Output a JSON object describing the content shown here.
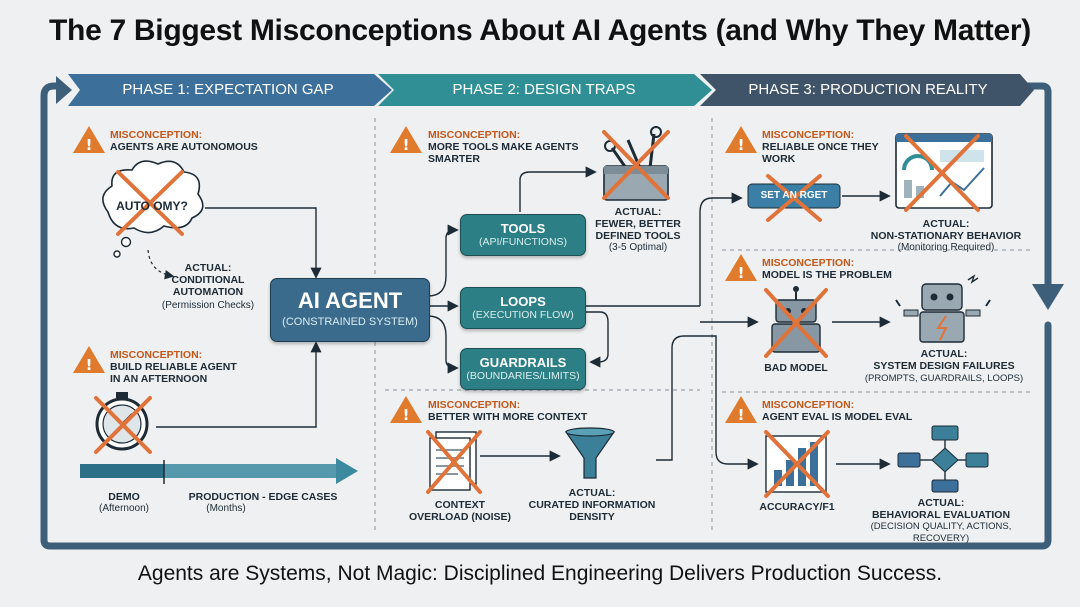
{
  "title": "The 7 Biggest Misconceptions About AI Agents (and Why They Matter)",
  "footer": "Agents are Systems, Not Magic: Disciplined Engineering Delivers Production Success.",
  "phases": [
    {
      "label": "PHASE 1: EXPECTATION GAP"
    },
    {
      "label": "PHASE 2: DESIGN TRAPS"
    },
    {
      "label": "PHASE 3: PRODUCTION REALITY"
    }
  ],
  "center": {
    "title": "AI AGENT",
    "subtitle": "(CONSTRAINED SYSTEM)"
  },
  "components": [
    {
      "title": "TOOLS",
      "subtitle": "(API/FUNCTIONS)"
    },
    {
      "title": "LOOPS",
      "subtitle": "(EXECUTION FLOW)"
    },
    {
      "title": "GUARDRAILS",
      "subtitle": "(BOUNDARIES/LIMITS)"
    }
  ],
  "misconception_label": "MISCONCEPTION:",
  "actual_label": "ACTUAL:",
  "m1": {
    "text": "AGENTS ARE AUTONOMOUS",
    "bubble": "AUTO  OMY?",
    "actual": "CONDITIONAL AUTOMATION",
    "note": "(Permission Checks)"
  },
  "m2": {
    "text": "BUILD RELIABLE AGENT IN AN AFTERNOON",
    "demo": "DEMO",
    "demo_note": "(Afternoon)",
    "prod": "PRODUCTION - EDGE CASES",
    "prod_note": "(Months)"
  },
  "m3": {
    "text": "MORE TOOLS MAKE AGENTS SMARTER",
    "actual": "FEWER, BETTER DEFINED TOOLS",
    "note": "(3-5 Optimal)"
  },
  "m4": {
    "text": "BETTER WITH MORE CONTEXT",
    "left": "CONTEXT OVERLOAD (NOISE)",
    "actual": "CURATED INFORMATION DENSITY"
  },
  "m5": {
    "text": "RELIABLE ONCE THEY WORK",
    "button": "SET AN  RGET",
    "actual": "NON-STATIONARY BEHAVIOR",
    "note": "(Monitoring Required)"
  },
  "m6": {
    "text": "MODEL IS THE PROBLEM",
    "left": "BAD MODEL",
    "actual": "SYSTEM DESIGN FAILURES",
    "note": "(PROMPTS, GUARDRAILS, LOOPS)"
  },
  "m7": {
    "text": "AGENT EVAL IS MODEL EVAL",
    "left": "ACCURACY/F1",
    "actual": "BEHAVIORAL EVALUATION",
    "note": "(DECISION QUALITY, ACTIONS, RECOVERY)"
  },
  "colors": {
    "phase1": "#3c6f99",
    "phase2": "#2f8f94",
    "phase3": "#3f5468",
    "box": "#2d7f86",
    "boxDark": "#3a6a8c",
    "warn": "#e07a2c",
    "cross": "#e0733a",
    "loop": "#3e5f7a"
  }
}
